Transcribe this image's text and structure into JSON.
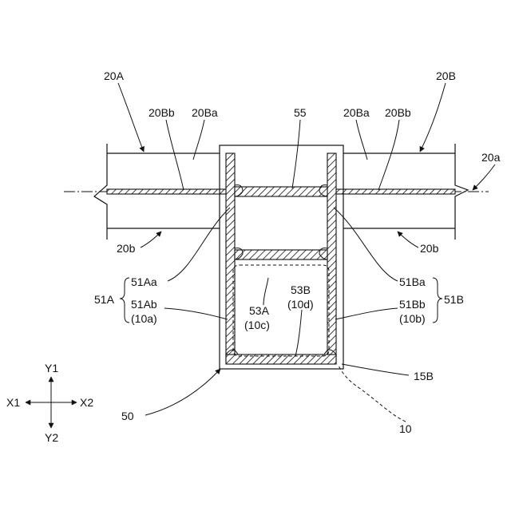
{
  "figure": {
    "colors": {
      "line": "#111111",
      "background": "#ffffff"
    },
    "labels": {
      "l20A": "20A",
      "l20B": "20B",
      "l20Bb_left": "20Bb",
      "l20Ba_left": "20Ba",
      "l55": "55",
      "l20Ba_right": "20Ba",
      "l20Bb_right": "20Bb",
      "l20a": "20a",
      "l20b_left": "20b",
      "l20b_right": "20b",
      "l51A": "51A",
      "l51Aa": "51Aa",
      "l51Ab": "51Ab",
      "l10a": "(10a)",
      "l53A": "53A",
      "l10c": "(10c)",
      "l53B": "53B",
      "l10d": "(10d)",
      "l51B": "51B",
      "l51Ba": "51Ba",
      "l51Bb": "51Bb",
      "l10b": "(10b)",
      "l15B": "15B",
      "l50": "50",
      "l10": "10",
      "axisY1": "Y1",
      "axisY2": "Y2",
      "axisX1": "X1",
      "axisX2": "X2"
    }
  }
}
